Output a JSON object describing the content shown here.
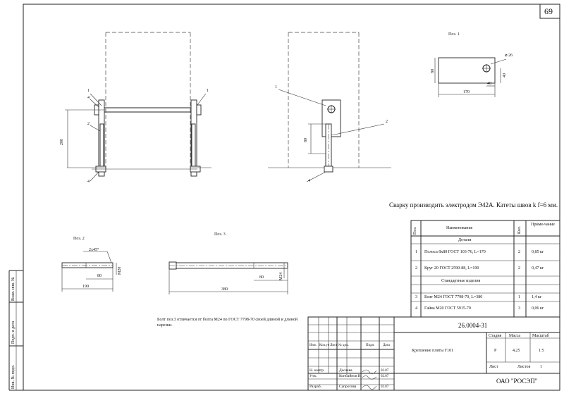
{
  "sheet": {
    "page_number": "69"
  },
  "side_stamp": {
    "inv_orig": "Инв. № подл.",
    "sign_date": "Подп. и дата",
    "replace_inv": "Взам. инв. №"
  },
  "views": {
    "front": {
      "dim_200": "200",
      "callouts": [
        "1",
        "4",
        "2",
        "4",
        "1"
      ]
    },
    "side": {
      "dim_80": "80",
      "callouts": [
        "1",
        "2",
        "4"
      ]
    },
    "pos1": {
      "title": "Поз. 1",
      "dim_80": "80",
      "dim_hole": "⌀ 26",
      "dim_40a": "40",
      "dim_40b": "40",
      "dim_170": "170"
    },
    "pos2": {
      "title": "Поз. 2",
      "chamfer": "2x45°",
      "dim_80": "80",
      "thread": "M20",
      "dim_190": "190"
    },
    "pos3": {
      "title": "Поз. 3",
      "dim_80": "80",
      "thread": "M24",
      "dim_380": "380"
    }
  },
  "notes": {
    "welding": "Сварку производить электродом Э42А. Катеты швов k f=6 мм.",
    "bolt_note": "Болт поз.3 отличается от болта М24 по ГОСТ 7798-70 своей длиной и длиной нарезки."
  },
  "spec_table": {
    "headers": {
      "pos": "Поз.",
      "name": "Наименование",
      "qty": "Кол.",
      "note": "Приме-чание"
    },
    "section_details": "Детали",
    "section_standard": "Стандартные изделия",
    "rows": [
      {
        "pos": "1",
        "name": "Полоса 8х80 ГОСТ 103-76, L=170",
        "qty": "2",
        "note": "0,85 кг"
      },
      {
        "pos": "2",
        "name": "Круг 20 ГОСТ 2590-88, L=190",
        "qty": "2",
        "note": "0,47 кг"
      },
      {
        "pos": "3",
        "name": "Болт М24 ГОСТ 7798-70, L=380",
        "qty": "1",
        "note": "1,4 кг"
      },
      {
        "pos": "4",
        "name": "Гайка М20 ГОСТ 5915-70",
        "qty": "3",
        "note": "0,06 кг"
      }
    ]
  },
  "title_block": {
    "doc_number": "26.0004-31",
    "title": "Крепление плиты Г101",
    "stage_label": "Стадия",
    "mass_label": "Масса",
    "scale_label": "Масштаб",
    "stage": "Р",
    "mass": "4,25",
    "scale": "1:5",
    "sheet_label": "Лист",
    "sheets_label": "Листов",
    "sheets": "1",
    "org": "ОАО \"РОСЭП\"",
    "col_headers": [
      "Изм.",
      "Кол.уч",
      "Лист",
      "№ док.",
      "Подп.",
      "Дата"
    ],
    "roles": [
      {
        "role": "Н. контр.",
        "name": "Дасаева",
        "date": "02.07"
      },
      {
        "role": "Утв.",
        "name": "Конбайнов В.",
        "date": "02.07"
      },
      {
        "role": "Разраб.",
        "name": "Сапрогова",
        "date": "02.07"
      }
    ]
  }
}
